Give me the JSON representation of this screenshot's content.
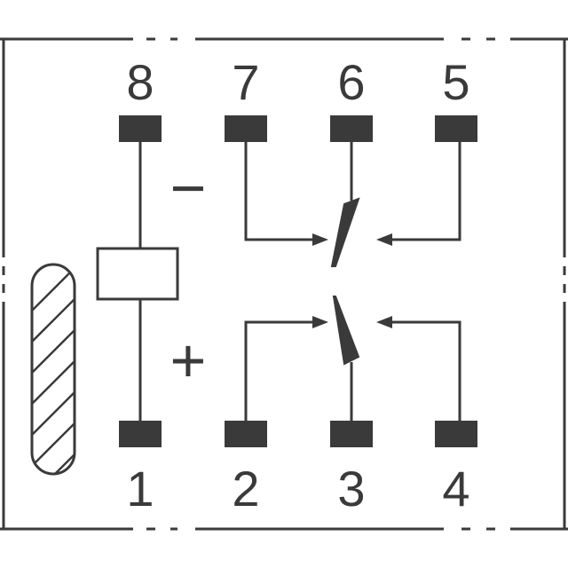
{
  "pins": {
    "p1": "1",
    "p2": "2",
    "p3": "3",
    "p4": "4",
    "p5": "5",
    "p6": "6",
    "p7": "7",
    "p8": "8"
  },
  "polarity": {
    "minus": "−",
    "plus": "+"
  },
  "colors": {
    "ink": "#3a3a3a",
    "background": "#ffffff"
  },
  "components": [
    "relay-coil",
    "contact-arm-upper",
    "contact-arm-lower",
    "orientation-marker-hatched"
  ]
}
